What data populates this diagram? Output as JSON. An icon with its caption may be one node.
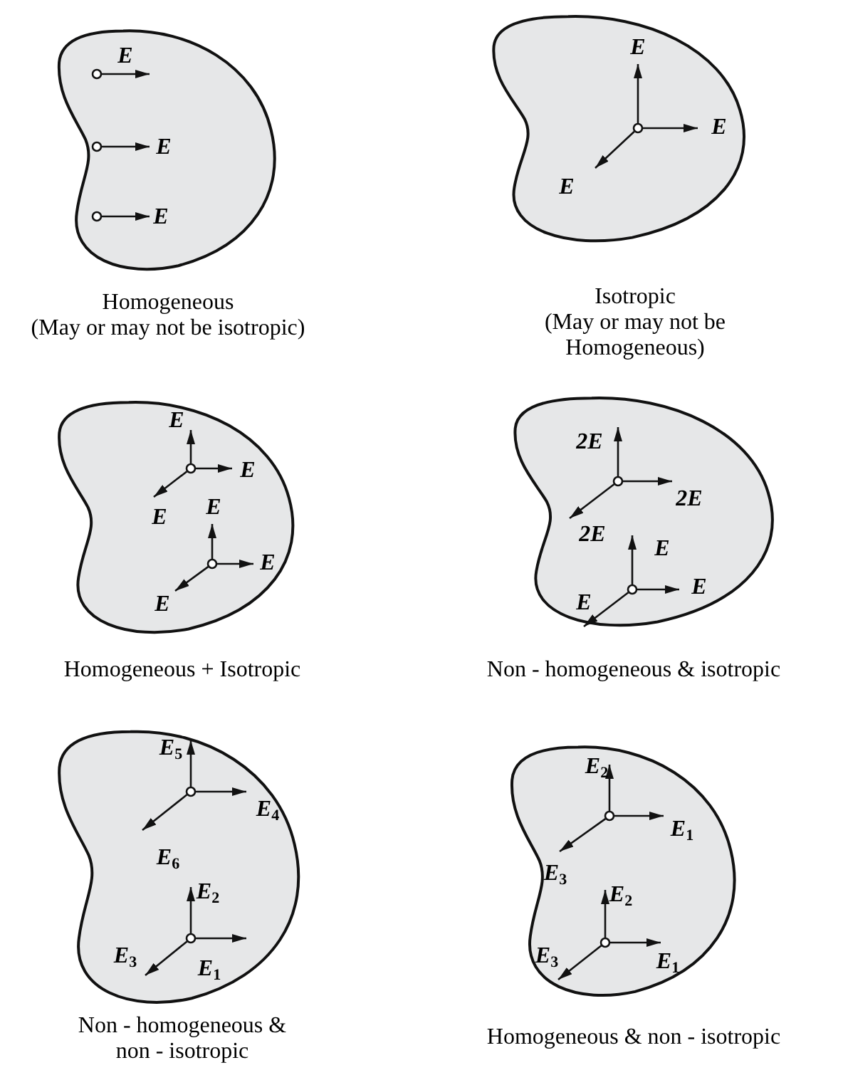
{
  "diagram": {
    "nodes": [
      {
        "text": [
          "E",
          "E",
          "E"
        ],
        "beside": [
          "Homogeneous",
          "(May or may not be isotropic)"
        ]
      },
      {
        "text": [
          "E",
          "E",
          "E"
        ],
        "beside": [
          "Isotropic",
          "(May or may not be Homogeneous)"
        ]
      },
      {
        "text": [
          "E",
          "E",
          "E",
          "E",
          "E",
          "E"
        ],
        "beside": [
          "Homogeneous + Isotropic"
        ]
      },
      {
        "text": [
          "2E",
          "2E",
          "2E",
          "E",
          "E",
          "E"
        ],
        "beside": [
          "Non - homogeneous & isotropic"
        ]
      },
      {
        "text": [
          "E$_{5}$",
          "E$_{4}$",
          "E$_{6}$",
          "E$_{2}$",
          "E$_{3}$",
          "E$_{1}$"
        ],
        "beside": [
          "Non - homogeneous & non - isotropic"
        ]
      },
      {
        "text": [
          "E$_{2}$",
          "E$_{1}$",
          "E$_{3}$",
          "E$_{2}$",
          "E$_{3}$",
          "E$_{1}$"
        ],
        "beside": [
          "Homogeneous & non - isotropic"
        ]
      }
    ]
  }
}
